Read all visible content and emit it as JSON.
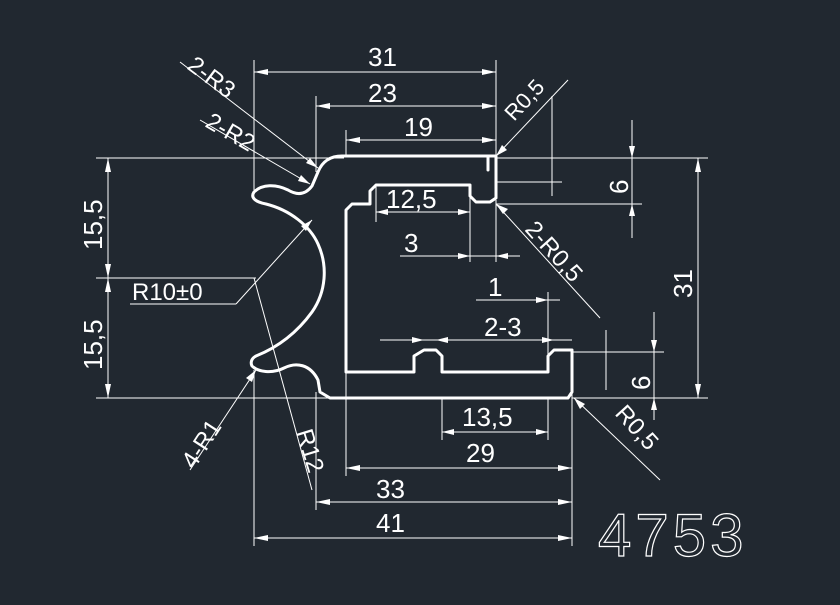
{
  "drawing": {
    "part_number": "4753",
    "line_color": "#ffffff",
    "background_color": "#212830",
    "dimensions": {
      "overall_top_width": "31",
      "mid_width_23": "23",
      "inner_width_19": "19",
      "slot_width": "12,5",
      "offset_3": "3",
      "offset_1": "1",
      "groove_count_2_3": "2-3",
      "bottom_13_5": "13,5",
      "bottom_29": "29",
      "bottom_33": "33",
      "overall_bottom_41": "41",
      "left_upper_15_5": "15,5",
      "left_lower_15_5": "15,5",
      "overall_height_31": "31",
      "right_upper_6": "6",
      "right_lower_6": "6"
    },
    "radii": {
      "r_2_r3": "2-R3",
      "r_2_r2": "2-R2",
      "r_0_5_top": "R0,5",
      "r_2_r0_5": "2-R0,5",
      "r_10": "R10±0",
      "r_4_r1": "4-R1",
      "r_12": "R12",
      "r_0_5_bottom": "R0,5"
    }
  }
}
